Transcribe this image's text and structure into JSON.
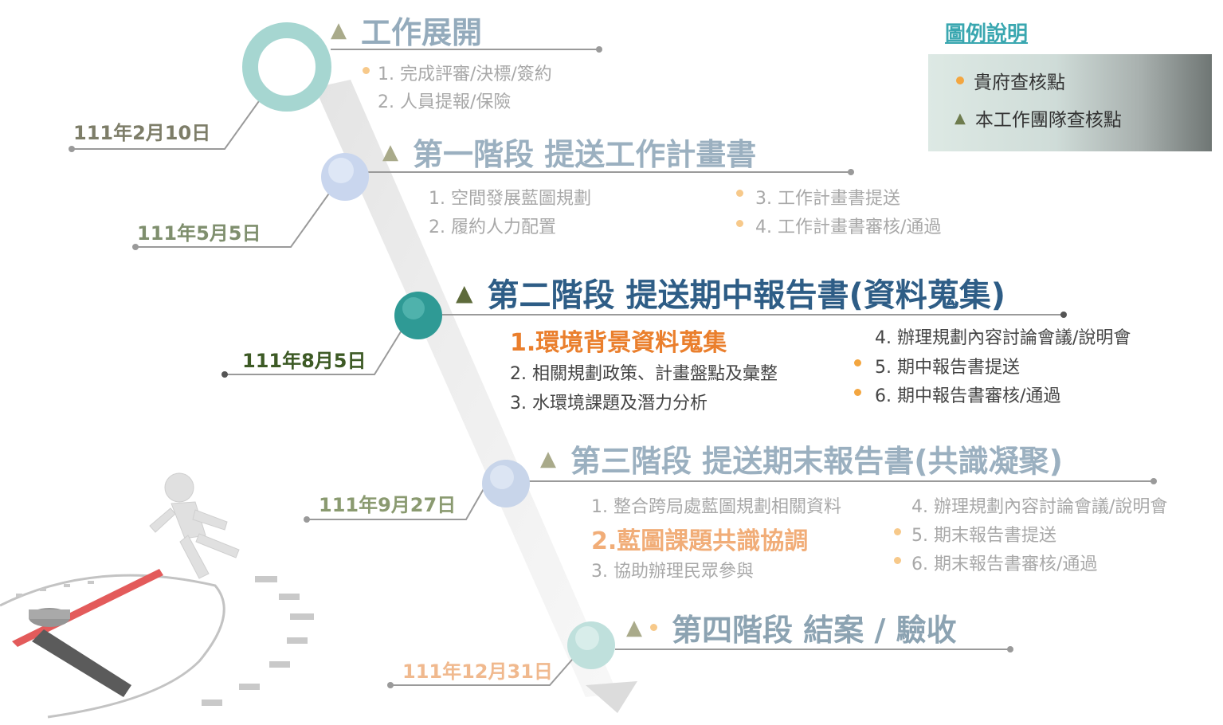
{
  "legend": {
    "title": "圖例說明",
    "dot_label": "貴府查核點",
    "triangle_label": "本工作團隊查核點"
  },
  "colors": {
    "orange_dot": "#f3a640",
    "triangle": "#6e7c4e",
    "accent_orange": "#ea7f2d",
    "stage1_title": "#9bb0c0",
    "stage2_title": "#2e5d86",
    "stage3_title": "#9bb0c0",
    "stage4_title": "#8ca3b2"
  },
  "milestones": [
    {
      "date": "111年2月10日",
      "title": "工作展開",
      "items": [
        {
          "text": "1. 完成評審/決標/簽約",
          "dot": true
        },
        {
          "text": "2. 人員提報/保險",
          "dot": false
        }
      ]
    },
    {
      "date": "111年5月5日",
      "title": "第一階段 提送工作計畫書",
      "items_left": [
        {
          "text": "1. 空間發展藍圖規劃",
          "dot": false
        },
        {
          "text": "2. 履約人力配置",
          "dot": false
        }
      ],
      "items_right": [
        {
          "text": "3. 工作計畫書提送",
          "dot": true
        },
        {
          "text": "4. 工作計畫書審核/通過",
          "dot": true
        }
      ]
    },
    {
      "date": "111年8月5日",
      "title": "第二階段 提送期中報告書(資料蒐集)",
      "items_left": [
        {
          "text": "1.環境背景資料蒐集",
          "dot": false,
          "highlight": true
        },
        {
          "text": "2. 相關規劃政策、計畫盤點及彙整",
          "dot": false
        },
        {
          "text": "3. 水環境課題及潛力分析",
          "dot": false
        }
      ],
      "items_right": [
        {
          "text": "4. 辦理規劃內容討論會議/說明會",
          "dot": false
        },
        {
          "text": "5. 期中報告書提送",
          "dot": true
        },
        {
          "text": "6. 期中報告書審核/通過",
          "dot": true
        }
      ]
    },
    {
      "date": "111年9月27日",
      "title": "第三階段 提送期末報告書(共識凝聚)",
      "items_left": [
        {
          "text": "1. 整合跨局處藍圖規劃相關資料",
          "dot": false
        },
        {
          "text": "2.藍圖課題共識協調",
          "dot": false,
          "highlight": true
        },
        {
          "text": "3. 協助辦理民眾參與",
          "dot": false
        }
      ],
      "items_right": [
        {
          "text": "4. 辦理規劃內容討論會議/說明會",
          "dot": false
        },
        {
          "text": "5. 期末報告書提送",
          "dot": true
        },
        {
          "text": "6. 期末報告書審核/通過",
          "dot": true
        }
      ]
    },
    {
      "date": "111年12月31日",
      "title": "第四階段 結案 / 驗收"
    }
  ]
}
